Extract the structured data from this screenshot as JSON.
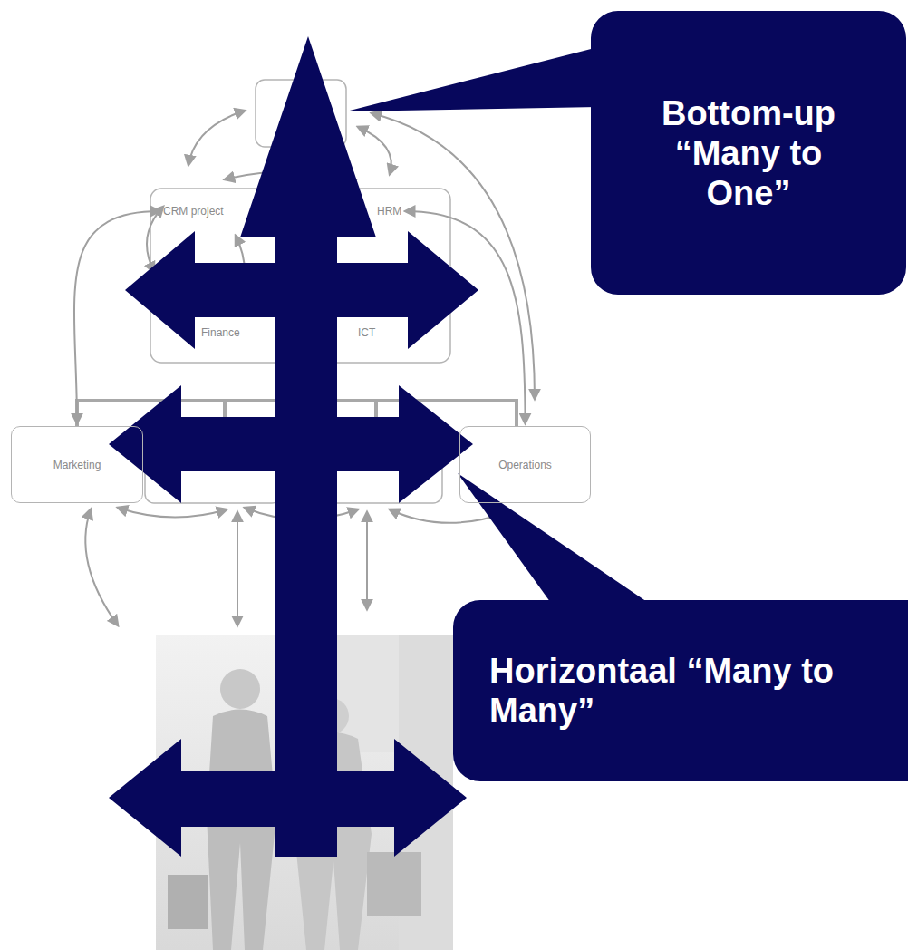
{
  "diagram": {
    "nodes": [
      {
        "text": [
          "Bottom-up “Many to One”"
        ]
      },
      {
        "text": [
          "CRM project"
        ]
      },
      {
        "text": [
          "HRM"
        ]
      },
      {
        "text": [
          "Finance"
        ]
      },
      {
        "text": [
          "ICT"
        ]
      },
      {
        "text": [
          "Marketing"
        ]
      },
      {
        "text": [
          "Operations"
        ]
      },
      {
        "text": [
          "Horizontaal “Many to Many”"
        ]
      }
    ],
    "edges": [
      {
        "from": 1,
        "to": 5,
        "arrow": "both"
      },
      {
        "from": 2,
        "to": 6,
        "arrow": "both"
      }
    ]
  }
}
